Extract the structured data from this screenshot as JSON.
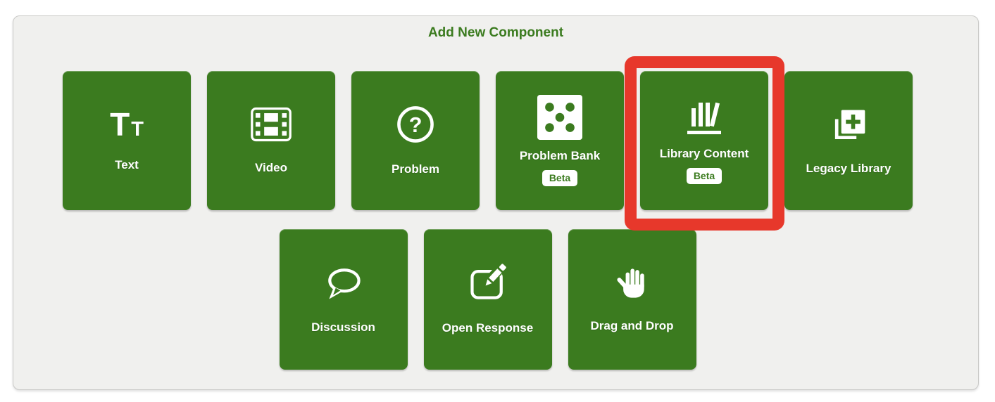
{
  "panel": {
    "title": "Add New Component",
    "colors": {
      "tile_green": "#3b7b1f",
      "panel_background": "#f0f0ee",
      "panel_border": "#c9c9c7",
      "highlight_red": "#e7382b",
      "tile_text": "#ffffff"
    },
    "rows": [
      {
        "buttons": [
          {
            "id": "text",
            "label": "Text",
            "icon": "text-icon"
          },
          {
            "id": "video",
            "label": "Video",
            "icon": "film-icon"
          },
          {
            "id": "problem",
            "label": "Problem",
            "icon": "question-circle-icon"
          },
          {
            "id": "problem-bank",
            "label": "Problem Bank",
            "icon": "dice-icon",
            "beta_label": "Beta"
          },
          {
            "id": "library-content",
            "label": "Library Content",
            "icon": "bookshelf-icon",
            "beta_label": "Beta",
            "highlighted": true
          },
          {
            "id": "legacy-library",
            "label": "Legacy Library",
            "icon": "copy-plus-icon"
          }
        ]
      },
      {
        "buttons": [
          {
            "id": "discussion",
            "label": "Discussion",
            "icon": "speech-bubble-icon"
          },
          {
            "id": "open-response",
            "label": "Open Response",
            "icon": "edit-pencil-icon"
          },
          {
            "id": "drag-and-drop",
            "label": "Drag and Drop",
            "icon": "hand-icon"
          }
        ]
      }
    ]
  }
}
